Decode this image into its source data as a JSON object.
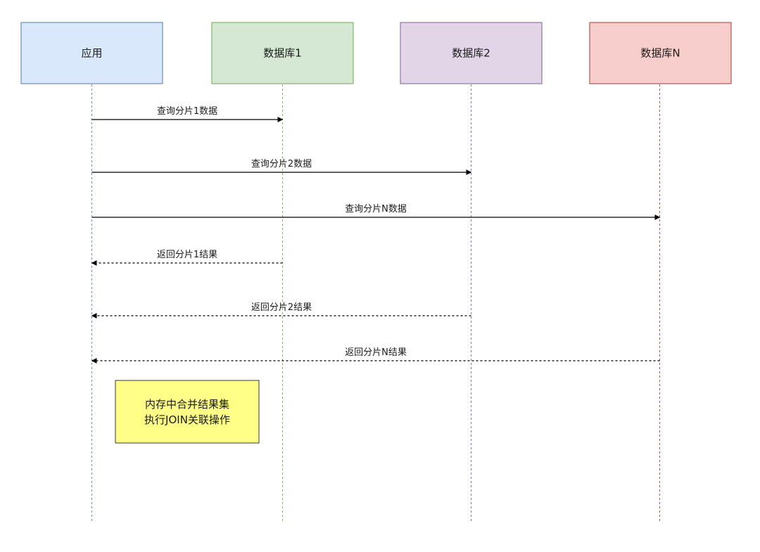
{
  "participants": [
    {
      "id": "app",
      "label": "应用",
      "fill": "#dae8fc",
      "stroke": "#6c8ebf"
    },
    {
      "id": "db1",
      "label": "数据库1",
      "fill": "#d5e8d4",
      "stroke": "#82b366"
    },
    {
      "id": "db2",
      "label": "数据库2",
      "fill": "#e1d5e7",
      "stroke": "#9673a6"
    },
    {
      "id": "dbn",
      "label": "数据库N",
      "fill": "#f8cecc",
      "stroke": "#b85450"
    }
  ],
  "messages": [
    {
      "from": "app",
      "to": "db1",
      "label": "查询分片1数据",
      "style": "solid"
    },
    {
      "from": "app",
      "to": "db2",
      "label": "查询分片2数据",
      "style": "solid"
    },
    {
      "from": "app",
      "to": "dbn",
      "label": "查询分片N数据",
      "style": "solid"
    },
    {
      "from": "db1",
      "to": "app",
      "label": "返回分片1结果",
      "style": "dashed"
    },
    {
      "from": "db2",
      "to": "app",
      "label": "返回分片2结果",
      "style": "dashed"
    },
    {
      "from": "dbn",
      "to": "app",
      "label": "返回分片N结果",
      "style": "dashed"
    }
  ],
  "note": {
    "lines": [
      "内存中合并结果集",
      "执行JOIN关联操作"
    ],
    "fill": "#ffff88",
    "stroke": "#36393d"
  }
}
